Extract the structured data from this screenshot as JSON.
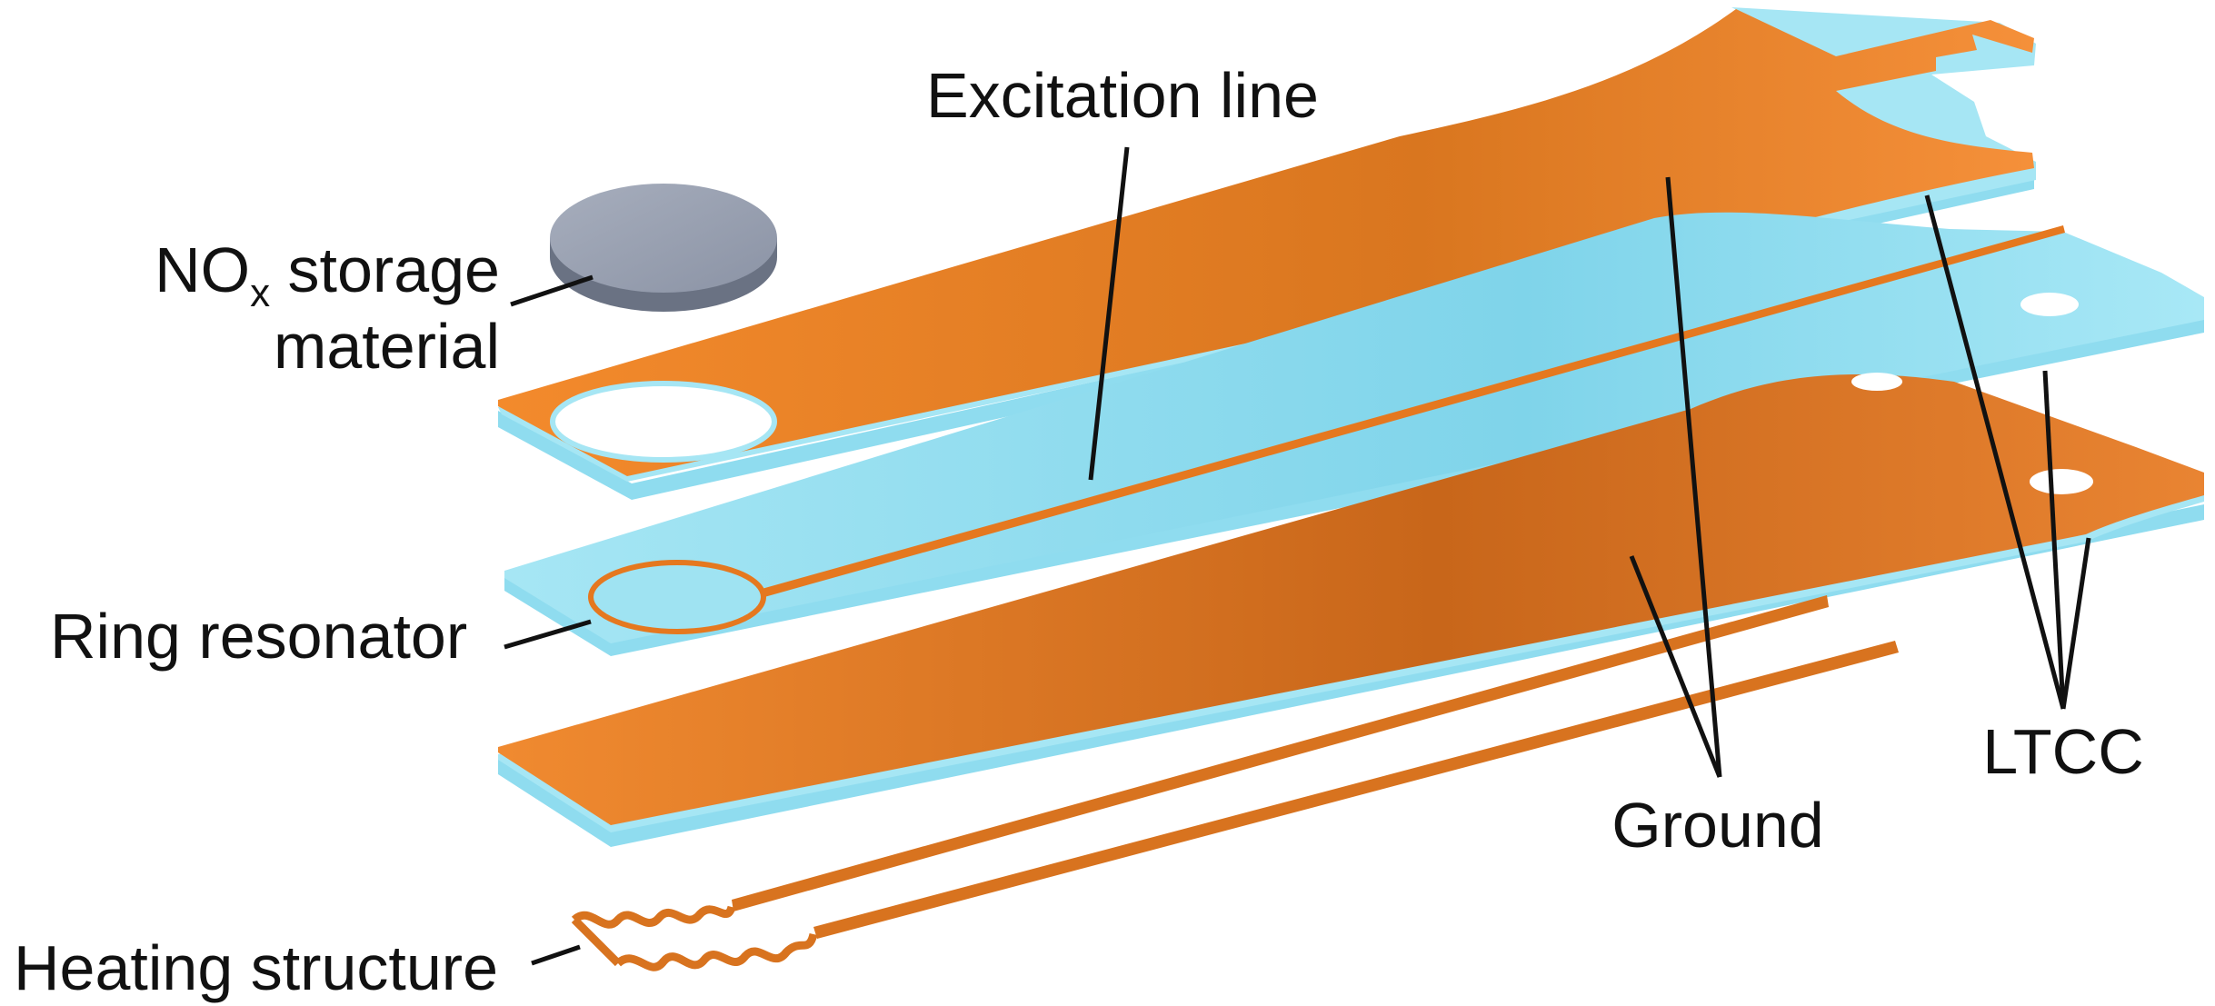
{
  "labels": {
    "excitation_line": "Excitation line",
    "nox_prefix": "NO",
    "nox_subscript": "x",
    "nox_suffix": " storage",
    "nox_line2": "material",
    "ring_resonator": "Ring resonator",
    "heating_structure": "Heating structure",
    "ground": "Ground",
    "ltcc": "LTCC"
  },
  "colors": {
    "copper": "#f28a2e",
    "copper_dark": "#c86a1e",
    "ltcc_ceramic": "#9fe3f2",
    "storage_material": "#8f97a8",
    "leader_line": "#111111"
  }
}
